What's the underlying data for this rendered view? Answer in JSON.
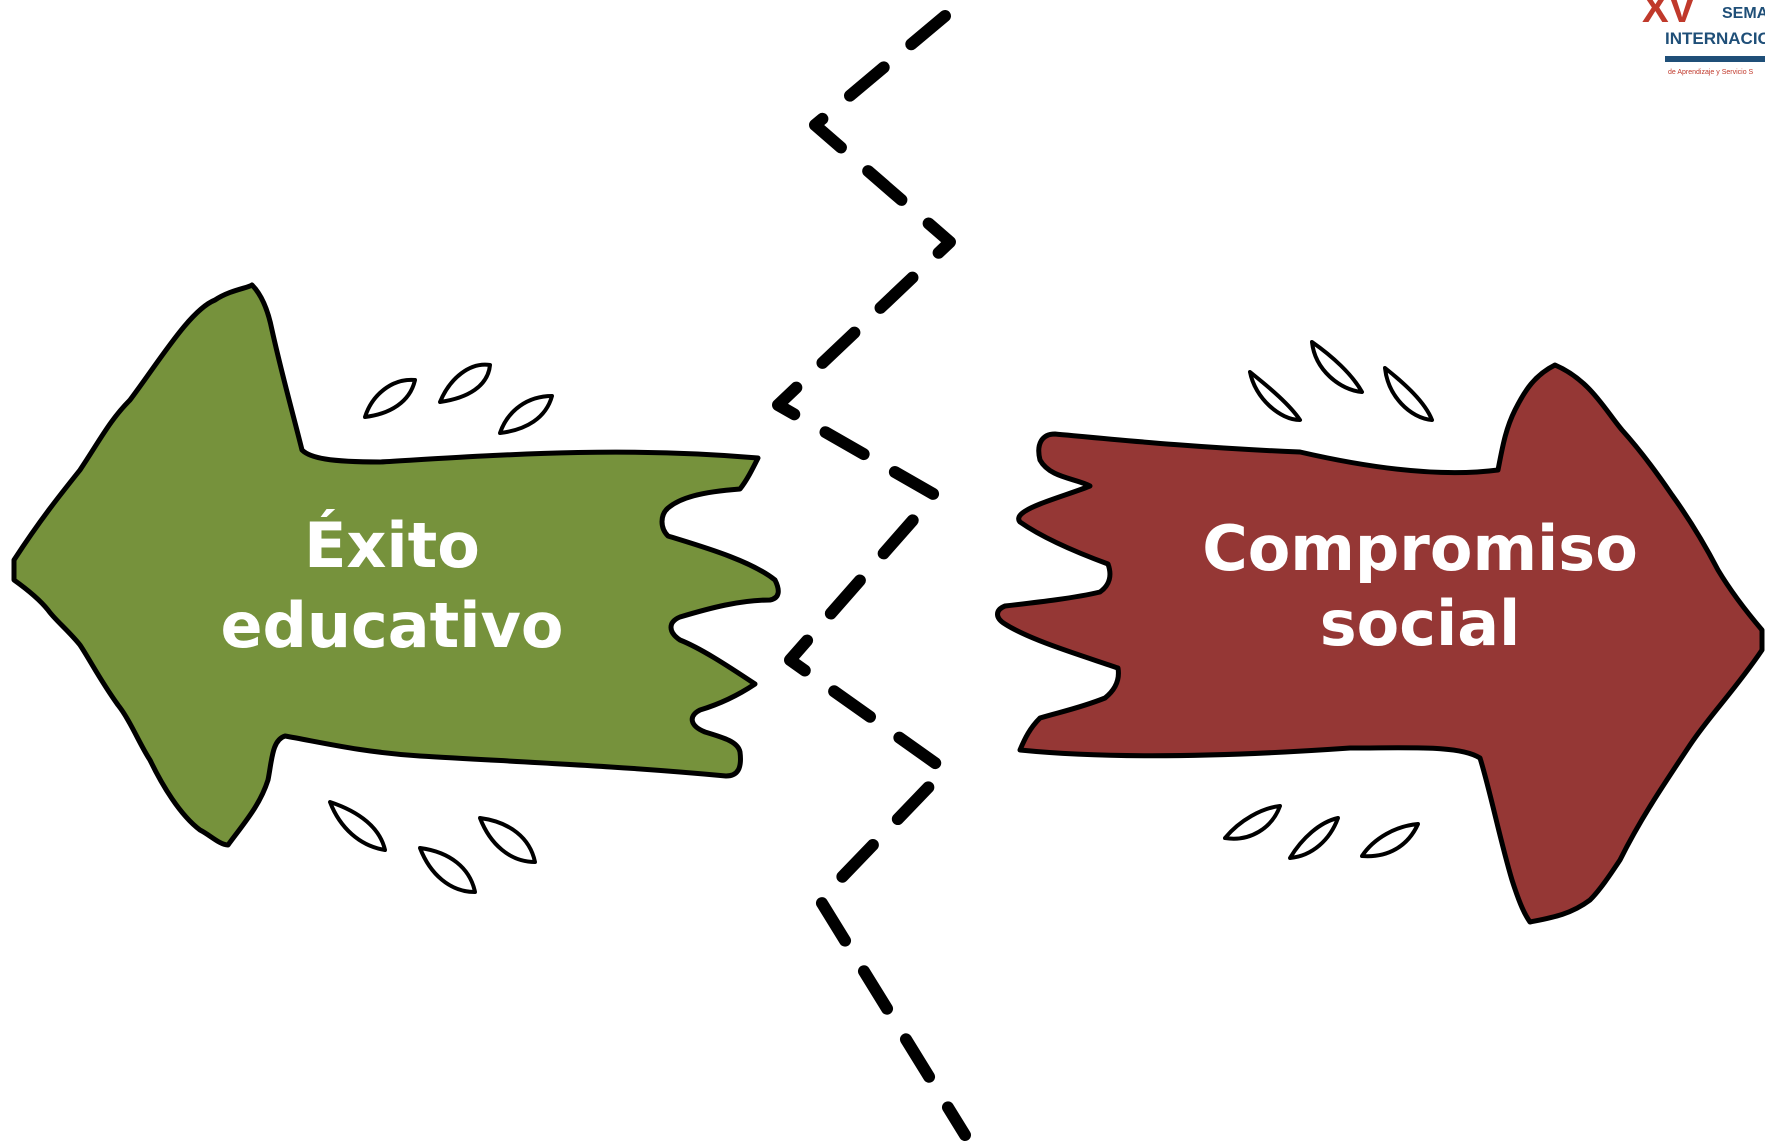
{
  "diagram": {
    "left_arrow": {
      "line1": "Éxito",
      "line2": "educativo",
      "color": "#76923c"
    },
    "right_arrow": {
      "line1": "Compromiso",
      "line2": "social",
      "color": "#953735"
    },
    "divider": {
      "style": "dashed zigzag",
      "color": "#000000"
    }
  },
  "logo": {
    "numeral": "XV",
    "word1": "SEMA",
    "word2": "INTERNACIO",
    "tagline": "de Aprendizaje y Servicio S"
  }
}
